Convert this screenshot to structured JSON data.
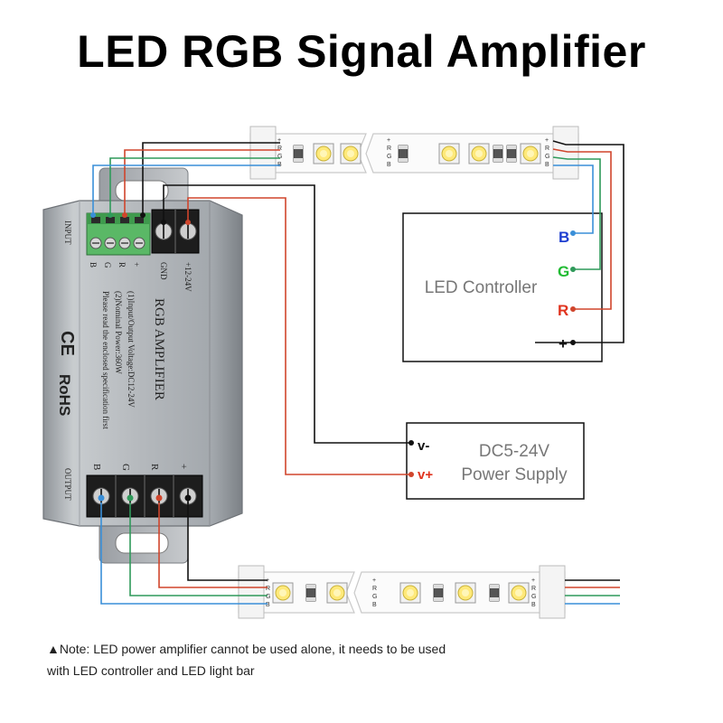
{
  "title": "LED RGB Signal Amplifier",
  "note": "▲Note: LED power amplifier cannot be used alone, it needs to be used with LED controller and LED light bar",
  "controller": {
    "label": "LED Controller",
    "pins": [
      "B",
      "G",
      "R",
      "+"
    ]
  },
  "power_supply": {
    "label_line1": "DC5-24V",
    "label_line2": "Power Supply",
    "pins": [
      "v-",
      "v+"
    ]
  },
  "amplifier": {
    "name": "RGB AMPLIFIER",
    "spec1": "(1)Input/Output Voltage:DC12-24V",
    "spec2": "(2)Nominal Power:360W",
    "spec3": "Please read the enclosed specification first",
    "input_label": "INPUT",
    "output_label": "OUTPUT",
    "input_terminals": [
      "B",
      "G",
      "R",
      "+"
    ],
    "power_terminals": [
      "GND",
      "+12-24V"
    ],
    "output_terminals": [
      "B",
      "G",
      "R",
      "+"
    ],
    "marks": [
      "CE",
      "RoHS"
    ]
  },
  "strip": {
    "pin_labels": [
      "+",
      "R",
      "G",
      "B"
    ]
  },
  "colors": {
    "blue": "#3a8fd8",
    "green": "#2f9a5a",
    "red": "#d0452c",
    "black": "#111111",
    "label_blue": "#1f3fd0",
    "label_green": "#22bb33",
    "label_red": "#e0341f"
  }
}
